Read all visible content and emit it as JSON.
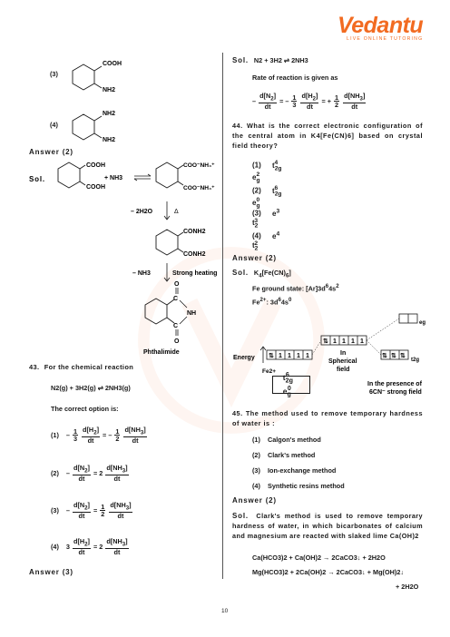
{
  "header": {
    "logo_text": "Vedantu",
    "tagline": "LIVE ONLINE TUTORING"
  },
  "left": {
    "opt3_label": "(3)",
    "opt3_groups": [
      "COOH",
      "NH2"
    ],
    "opt4_label": "(4)",
    "opt4_groups": [
      "NH2",
      "NH2"
    ],
    "answer1": "Answer (2)",
    "sol_label": "Sol.",
    "reaction": {
      "reagent_nh3": "+ NH3",
      "cooh": "COOH",
      "coo_nh4": "COO⁻NH₄⁺",
      "step1": "– 2H2O",
      "delta": "Δ",
      "conh2": "CONH2",
      "step2_a": "– NH3",
      "step2_b": "Strong heating",
      "c": "C",
      "o": "O",
      "nh": "NH",
      "product": "Phthalimide"
    },
    "q43": {
      "number": "43.",
      "text": "For the chemical reaction",
      "equation": "N2(g) + 3H2(g) ⇌ 2NH3(g)",
      "prompt": "The correct option is:",
      "options": [
        {
          "label": "(1)",
          "expr": "– 1/3 d[H2]/dt = – 1/2 d[NH3]/dt"
        },
        {
          "label": "(2)",
          "expr": "– d[N2]/dt = 2 d[NH3]/dt"
        },
        {
          "label": "(3)",
          "expr": "– d[N2]/dt = 1/2 d[NH3]/dt"
        },
        {
          "label": "(4)",
          "expr": "3 d[H2]/dt = 2 d[NH3]/dt"
        }
      ],
      "answer": "Answer (3)"
    }
  },
  "right": {
    "sol_label": "Sol.",
    "sol_eq": "N2 + 3H2 ⇌ 2NH3",
    "rate_text": "Rate of reaction is given as",
    "rate_eq": "– d[N2]/dt = – 1/3 d[H2]/dt = + 1/2 d[NH3]/dt",
    "q44": {
      "number": "44.",
      "text": "What is the correct electronic configuration of the central atom in K4[Fe(CN)6] based on crystal field theory?",
      "options": [
        {
          "label": "(1)",
          "expr": "t2g4 eg2"
        },
        {
          "label": "(2)",
          "expr": "t2g6 eg0"
        },
        {
          "label": "(3)",
          "expr": "e3 t23"
        },
        {
          "label": "(4)",
          "expr": "e4 t22"
        }
      ],
      "answer": "Answer (2)",
      "sol": "Sol.",
      "sol_line1": "K4[Fe(CN)6]",
      "sol_line2": "Fe ground state: [Ar]3d64s2",
      "sol_line3": "Fe2+: 3d64s0",
      "diagram": {
        "energy": "Energy",
        "fe": "Fe2+",
        "in_spherical": "In",
        "spherical": "Spherical",
        "field": "field",
        "presence1": "In the presence of",
        "presence2": "6CN⁻ strong field",
        "eg": "eg",
        "t2g": "t2g",
        "config": "t2g6 eg0"
      }
    },
    "q45": {
      "number": "45.",
      "text": "The method used to remove temporary hardness of water is :",
      "options": [
        {
          "label": "(1)",
          "text": "Calgon's method"
        },
        {
          "label": "(2)",
          "text": "Clark's method"
        },
        {
          "label": "(3)",
          "text": "Ion-exchange method"
        },
        {
          "label": "(4)",
          "text": "Synthetic resins method"
        }
      ],
      "answer": "Answer (2)",
      "sol": "Sol.",
      "sol_text": "Clark's method is used to remove temporary hardness of water, in which bicarbonates of calcium and magnesium are reacted with slaked lime Ca(OH)2",
      "eq1": "Ca(HCO3)2 + Ca(OH)2 → 2CaCO3↓ + 2H2O",
      "eq2": "Mg(HCO3)2 + 2Ca(OH)2 → 2CaCO3↓ + Mg(OH)2↓",
      "eq2_tail": "+ 2H2O"
    }
  },
  "footer": {
    "page_number": "10"
  },
  "colors": {
    "brand": "#f26b21",
    "text": "#1a1a1a",
    "divider": "#555555"
  }
}
